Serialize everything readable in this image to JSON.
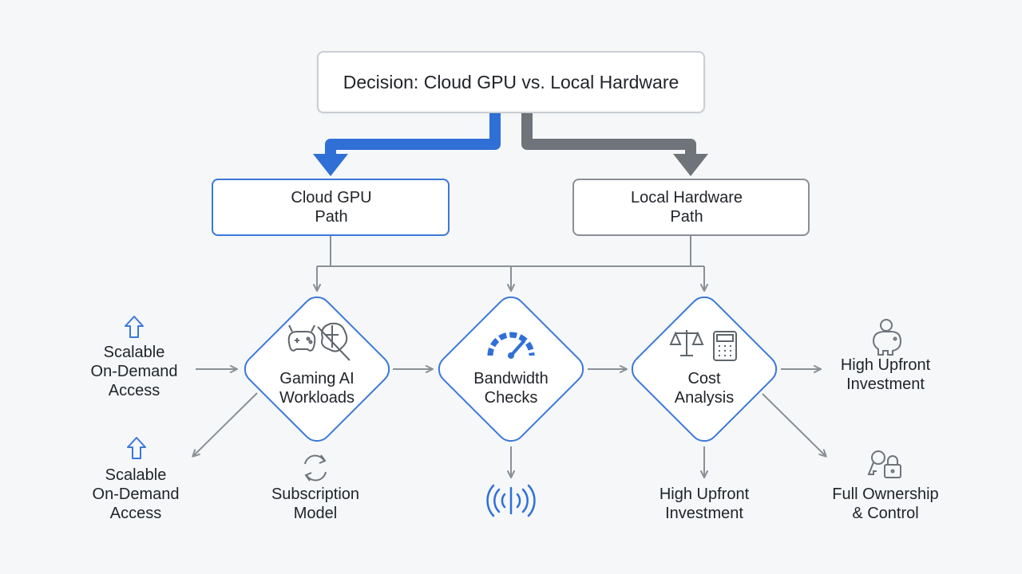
{
  "title": "Decision: Cloud GPU vs. Local Hardware",
  "paths": {
    "cloud": {
      "label": "Cloud GPU\nPath",
      "icons": [
        "cloud-icon",
        "chip-icon"
      ],
      "color": "#2f6fd6"
    },
    "local": {
      "label": "Local Hardware\nPath",
      "icons": [
        "server-tower-icon",
        "gpu-card-icon"
      ],
      "color": "#6f747b"
    }
  },
  "decisions": [
    {
      "label": "Gaming AI\nWorkloads",
      "icon": "gamepad-brain-icon"
    },
    {
      "label": "Bandwidth\nChecks",
      "icon": "speedometer-icon"
    },
    {
      "label": "Cost\nAnalysis",
      "icon": "scale-calculator-icon"
    }
  ],
  "outcomes": {
    "left_top": {
      "label": "Scalable\nOn-Demand\nAccess",
      "icon": "arrow-up-icon"
    },
    "left_bottom": {
      "label": "Scalable\nOn-Demand\nAccess",
      "icon": "arrow-up-icon"
    },
    "subscription": {
      "label": "Subscription\nModel",
      "icon": "refresh-icon"
    },
    "bandwidth_out": {
      "icon": "signal-icon"
    },
    "cost_down": {
      "label": "High Upfront\nInvestment"
    },
    "right_top": {
      "label": "High Upfront\nInvestment",
      "icon": "piggy-bank-icon"
    },
    "right_bottom": {
      "label": "Full Ownership\n& Control",
      "icon": "key-lock-icon"
    }
  },
  "colors": {
    "blue": "#2f6fd6",
    "gray_arrow": "#6f747b",
    "connector": "#8a9097",
    "diamond_border": "#3b78d8"
  }
}
